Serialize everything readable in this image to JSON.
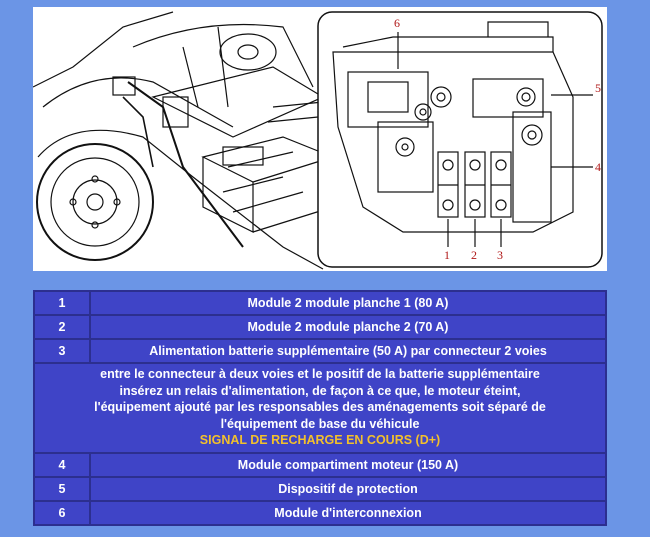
{
  "figure": {
    "callouts": [
      "1",
      "2",
      "3",
      "4",
      "5",
      "6"
    ]
  },
  "legend": {
    "rows": [
      {
        "num": "1",
        "desc": "Module 2 module planche 1 (80 A)"
      },
      {
        "num": "2",
        "desc": "Module 2 module planche 2 (70 A)"
      },
      {
        "num": "3",
        "desc": "Alimentation batterie supplémentaire (50 A) par connecteur 2 voies"
      }
    ],
    "note": {
      "lines": [
        "entre le connecteur à deux voies et le positif de la batterie supplémentaire",
        "insérez un relais d'alimentation, de façon à ce que, le moteur éteint,",
        "l'équipement ajouté par les responsables des aménagements soit séparé de",
        "l'équipement de base du véhicule"
      ],
      "signal": "SIGNAL DE RECHARGE EN COURS (D+)"
    },
    "rows_after": [
      {
        "num": "4",
        "desc": "Module compartiment moteur (150 A)"
      },
      {
        "num": "5",
        "desc": "Dispositif de protection"
      },
      {
        "num": "6",
        "desc": "Module d'interconnexion"
      }
    ]
  },
  "colors": {
    "page_background": "#6b95e6",
    "table_cell": "#3f44c7",
    "table_border": "#2c2f8f",
    "signal_text": "#f2c02c",
    "callout_text": "#b01818"
  }
}
